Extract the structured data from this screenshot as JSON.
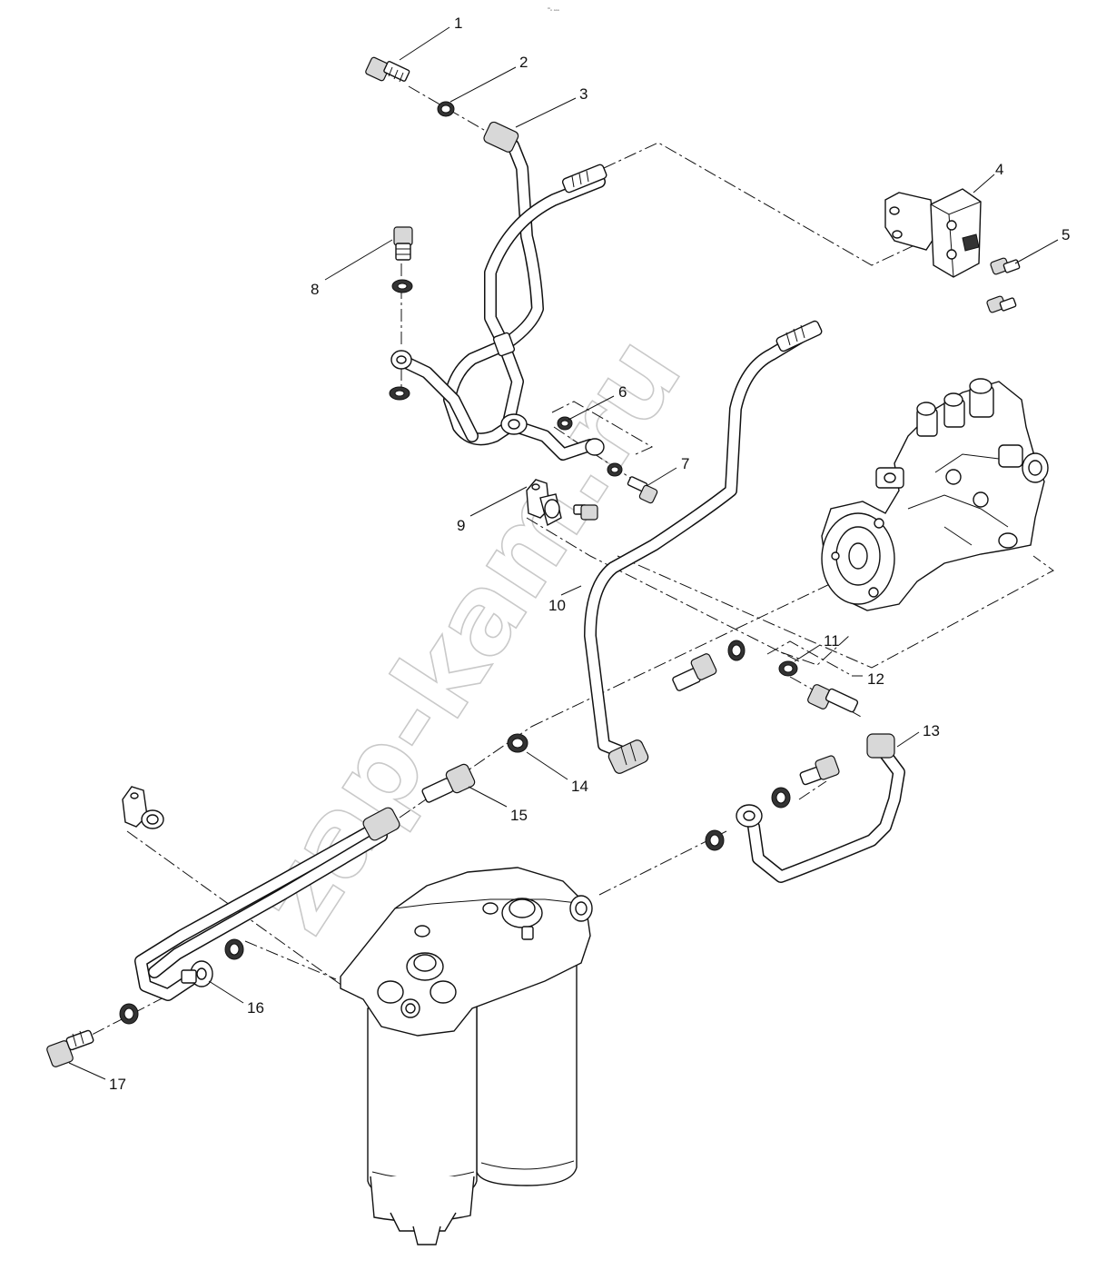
{
  "header_mark": "ᵐₙ ₒₒₒ",
  "watermark": "zap-kam.ru",
  "callouts": [
    {
      "id": "callout-1",
      "label": "1"
    },
    {
      "id": "callout-2",
      "label": "2"
    },
    {
      "id": "callout-3",
      "label": "3"
    },
    {
      "id": "callout-4",
      "label": "4"
    },
    {
      "id": "callout-5",
      "label": "5"
    },
    {
      "id": "callout-6",
      "label": "6"
    },
    {
      "id": "callout-7",
      "label": "7"
    },
    {
      "id": "callout-8",
      "label": "8"
    },
    {
      "id": "callout-9",
      "label": "9"
    },
    {
      "id": "callout-10",
      "label": "10"
    },
    {
      "id": "callout-11",
      "label": "11"
    },
    {
      "id": "callout-12",
      "label": "12"
    },
    {
      "id": "callout-13",
      "label": "13"
    },
    {
      "id": "callout-14",
      "label": "14"
    },
    {
      "id": "callout-15",
      "label": "15"
    },
    {
      "id": "callout-16",
      "label": "16"
    },
    {
      "id": "callout-17",
      "label": "17"
    }
  ]
}
